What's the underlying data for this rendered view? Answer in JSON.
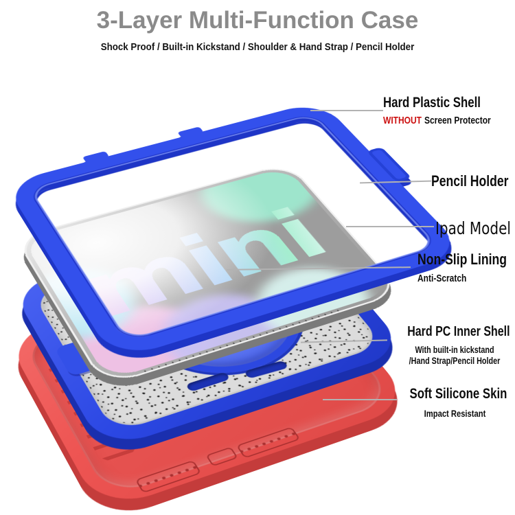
{
  "header": {
    "title": "3-Layer Multi-Function Case",
    "subtitle": "Shock Proof / Built-in Kickstand / Shoulder & Hand Strap / Pencil Holder"
  },
  "annotations": [
    {
      "label": "Hard Plastic Shell",
      "sub_em": "WITHOUT",
      "sub": "Screen Protector"
    },
    {
      "label": "Pencil Holder"
    },
    {
      "label": "Ipad Model"
    },
    {
      "label": "Non-Slip Lining",
      "sub": "Anti-Scratch"
    },
    {
      "label": "Hard PC Inner Shell",
      "sub": "With built-in kickstand",
      "sub2": "/Hand Strap/Pencil Holder"
    },
    {
      "label": "Soft Silicone Skin",
      "sub": "Impact Resistant"
    }
  ],
  "tablet": {
    "wallpaper_text": "mini"
  },
  "colors": {
    "title_gray": "#8a8a8a",
    "subtitle_black": "#141414",
    "warning_red": "#cc1010",
    "case_blue": "#3350ec",
    "case_red": "#ee5452",
    "lining_gray": "#dcdcdc",
    "ipad_gray": "#9d9d9d",
    "leader_line_gray": "#b2b2b2"
  }
}
